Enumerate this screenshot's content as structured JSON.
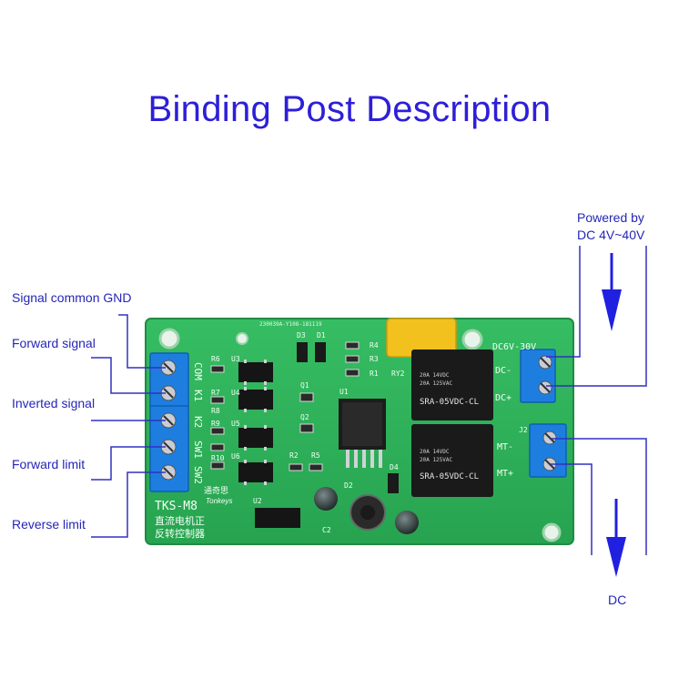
{
  "title": "Binding Post Description",
  "left_labels": {
    "com": "Signal common GND",
    "forward_signal": "Forward signal",
    "inverted_signal": "Inverted signal",
    "forward_limit": "Forward limit",
    "reverse_limit": "Reverse limit"
  },
  "right_labels": {
    "power_line1": "Powered by",
    "power_line2": "DC 4V~40V",
    "dc_out": "DC"
  },
  "board": {
    "model": "TKS-M8",
    "brand": "Tonkeys",
    "cn_line1": "直流电机正",
    "cn_line2": "反转控制器",
    "cn_brand": "通奇思",
    "top_code": "230039A-Y108-181119",
    "input_terms": [
      "COM",
      "K1",
      "K2",
      "SW1",
      "SW2"
    ],
    "power_terms": [
      "DC6V-30V",
      "DC-",
      "DC+"
    ],
    "motor_terms": [
      "J2",
      "MT-",
      "MT+"
    ],
    "relay_text_1": "20A 14VDC",
    "relay_text_2": "20A 125VAC",
    "relay_model": "SRA-05VDC-CL",
    "relay_id": "RY2",
    "components": [
      "D3",
      "D1",
      "R4",
      "R3",
      "R1",
      "R6",
      "U3",
      "R7",
      "U4",
      "R8",
      "U5",
      "R9",
      "U6",
      "R10",
      "Q1",
      "Q2",
      "U1",
      "R2",
      "R5",
      "D2",
      "D4",
      "C2",
      "U2"
    ]
  },
  "colors": {
    "title": "#2d1fd8",
    "label": "#2525b8",
    "pcb": "#2fb35a",
    "terminal": "#1e7ee0",
    "relay": "#1a1a1a",
    "accent_line": "#3030c0"
  }
}
